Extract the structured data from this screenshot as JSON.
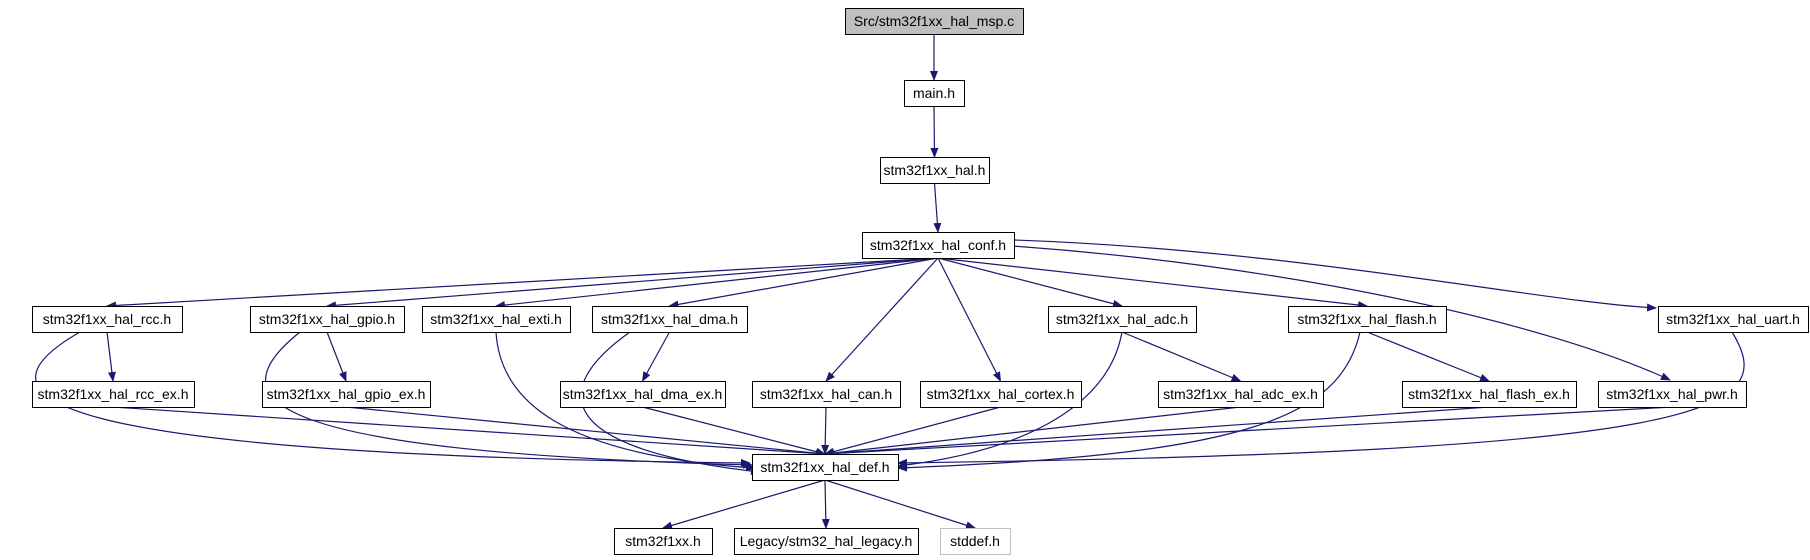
{
  "graph": {
    "edge_color": "#191970",
    "root_fill": "#bfbfbf",
    "system_border": "#bfbfbf",
    "nodes": [
      {
        "id": "msp",
        "label": "Src/stm32f1xx_hal_msp.c",
        "kind": "root"
      },
      {
        "id": "main",
        "label": "main.h",
        "kind": "file"
      },
      {
        "id": "hal",
        "label": "stm32f1xx_hal.h",
        "kind": "file"
      },
      {
        "id": "conf",
        "label": "stm32f1xx_hal_conf.h",
        "kind": "file"
      },
      {
        "id": "rcc",
        "label": "stm32f1xx_hal_rcc.h",
        "kind": "file"
      },
      {
        "id": "gpio",
        "label": "stm32f1xx_hal_gpio.h",
        "kind": "file"
      },
      {
        "id": "exti",
        "label": "stm32f1xx_hal_exti.h",
        "kind": "file"
      },
      {
        "id": "dma",
        "label": "stm32f1xx_hal_dma.h",
        "kind": "file"
      },
      {
        "id": "adc",
        "label": "stm32f1xx_hal_adc.h",
        "kind": "file"
      },
      {
        "id": "flash",
        "label": "stm32f1xx_hal_flash.h",
        "kind": "file"
      },
      {
        "id": "uart",
        "label": "stm32f1xx_hal_uart.h",
        "kind": "file"
      },
      {
        "id": "rccex",
        "label": "stm32f1xx_hal_rcc_ex.h",
        "kind": "file"
      },
      {
        "id": "gpioex",
        "label": "stm32f1xx_hal_gpio_ex.h",
        "kind": "file"
      },
      {
        "id": "dmaex",
        "label": "stm32f1xx_hal_dma_ex.h",
        "kind": "file"
      },
      {
        "id": "can",
        "label": "stm32f1xx_hal_can.h",
        "kind": "file"
      },
      {
        "id": "cortex",
        "label": "stm32f1xx_hal_cortex.h",
        "kind": "file"
      },
      {
        "id": "adcex",
        "label": "stm32f1xx_hal_adc_ex.h",
        "kind": "file"
      },
      {
        "id": "flashex",
        "label": "stm32f1xx_hal_flash_ex.h",
        "kind": "file"
      },
      {
        "id": "pwr",
        "label": "stm32f1xx_hal_pwr.h",
        "kind": "file"
      },
      {
        "id": "def",
        "label": "stm32f1xx_hal_def.h",
        "kind": "file"
      },
      {
        "id": "f1xx",
        "label": "stm32f1xx.h",
        "kind": "file"
      },
      {
        "id": "legacy",
        "label": "Legacy/stm32_hal_legacy.h",
        "kind": "file"
      },
      {
        "id": "stddef",
        "label": "stddef.h",
        "kind": "system"
      }
    ],
    "edges": [
      [
        "msp",
        "main"
      ],
      [
        "main",
        "hal"
      ],
      [
        "hal",
        "conf"
      ],
      [
        "conf",
        "rcc"
      ],
      [
        "conf",
        "gpio"
      ],
      [
        "conf",
        "exti"
      ],
      [
        "conf",
        "dma"
      ],
      [
        "conf",
        "can"
      ],
      [
        "conf",
        "cortex"
      ],
      [
        "conf",
        "adc"
      ],
      [
        "conf",
        "flash"
      ],
      [
        "conf",
        "pwr"
      ],
      [
        "conf",
        "uart"
      ],
      [
        "rcc",
        "rccex"
      ],
      [
        "gpio",
        "gpioex"
      ],
      [
        "dma",
        "dmaex"
      ],
      [
        "adc",
        "adcex"
      ],
      [
        "flash",
        "flashex"
      ],
      [
        "rcc",
        "def"
      ],
      [
        "rccex",
        "def"
      ],
      [
        "gpio",
        "def"
      ],
      [
        "gpioex",
        "def"
      ],
      [
        "exti",
        "def"
      ],
      [
        "dma",
        "def"
      ],
      [
        "dmaex",
        "def"
      ],
      [
        "can",
        "def"
      ],
      [
        "cortex",
        "def"
      ],
      [
        "adc",
        "def"
      ],
      [
        "adcex",
        "def"
      ],
      [
        "flash",
        "def"
      ],
      [
        "flashex",
        "def"
      ],
      [
        "pwr",
        "def"
      ],
      [
        "uart",
        "def"
      ],
      [
        "def",
        "f1xx"
      ],
      [
        "def",
        "legacy"
      ],
      [
        "def",
        "stddef"
      ]
    ]
  }
}
